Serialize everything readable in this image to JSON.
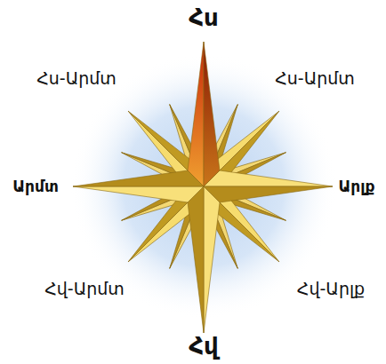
{
  "diagram": {
    "labels": [
      "Հս",
      "Հս-Արմտ",
      "Հս-Արմտ",
      "Արմտ",
      "Արլք",
      "Հվ-Արմտ",
      "Հվ-Արլք",
      "Հվ"
    ]
  }
}
